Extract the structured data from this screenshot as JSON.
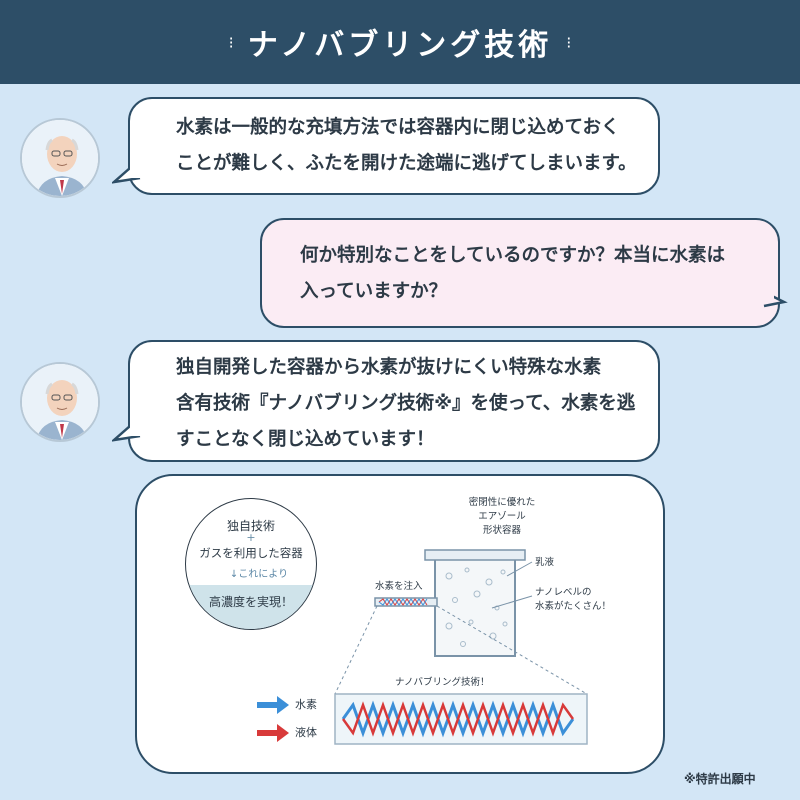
{
  "header": {
    "title": "ナノバブリング技術",
    "deco_left": "⁝",
    "deco_right": "⁝"
  },
  "chat": [
    {
      "speaker": "doctor",
      "lines": [
        "水素は一般的な充填方法では容器内に閉じ込めておく",
        "ことが難しく、ふたを開けた途端に逃げてしまいます。"
      ]
    },
    {
      "speaker": "user",
      "lines": [
        "何か特別なことをしているのですか？本当に水素は",
        "入っていますか？"
      ]
    },
    {
      "speaker": "doctor",
      "lines": [
        "独自開発した容器から水素が抜けにくい特殊な水素",
        "含有技術『ナノバブリング技術※』を使って、水素を逃",
        "すことなく閉じ込めています！"
      ]
    }
  ],
  "diagram": {
    "circle": {
      "line1": "独自技術",
      "plus": "+",
      "line2": "ガスを利用した容器",
      "arrow_note": "↓これにより",
      "result": "高濃度を実現！"
    },
    "container_label": [
      "密閉性に優れた",
      "エアゾール",
      "形状容器"
    ],
    "emulsion_label": "乳液",
    "nano_label": [
      "ナノレベルの",
      "水素がたくさん！"
    ],
    "inject_label": "水素を注入",
    "tech_label": "ナノバブリング技術！",
    "legend": [
      {
        "label": "水素",
        "color": "#3b8fd8"
      },
      {
        "label": "液体",
        "color": "#d83a3a"
      }
    ]
  },
  "footnote": "※特許出願中",
  "colors": {
    "header": "#2d4e67",
    "background": "#d3e6f6",
    "user_bubble": "#fbecf4"
  }
}
